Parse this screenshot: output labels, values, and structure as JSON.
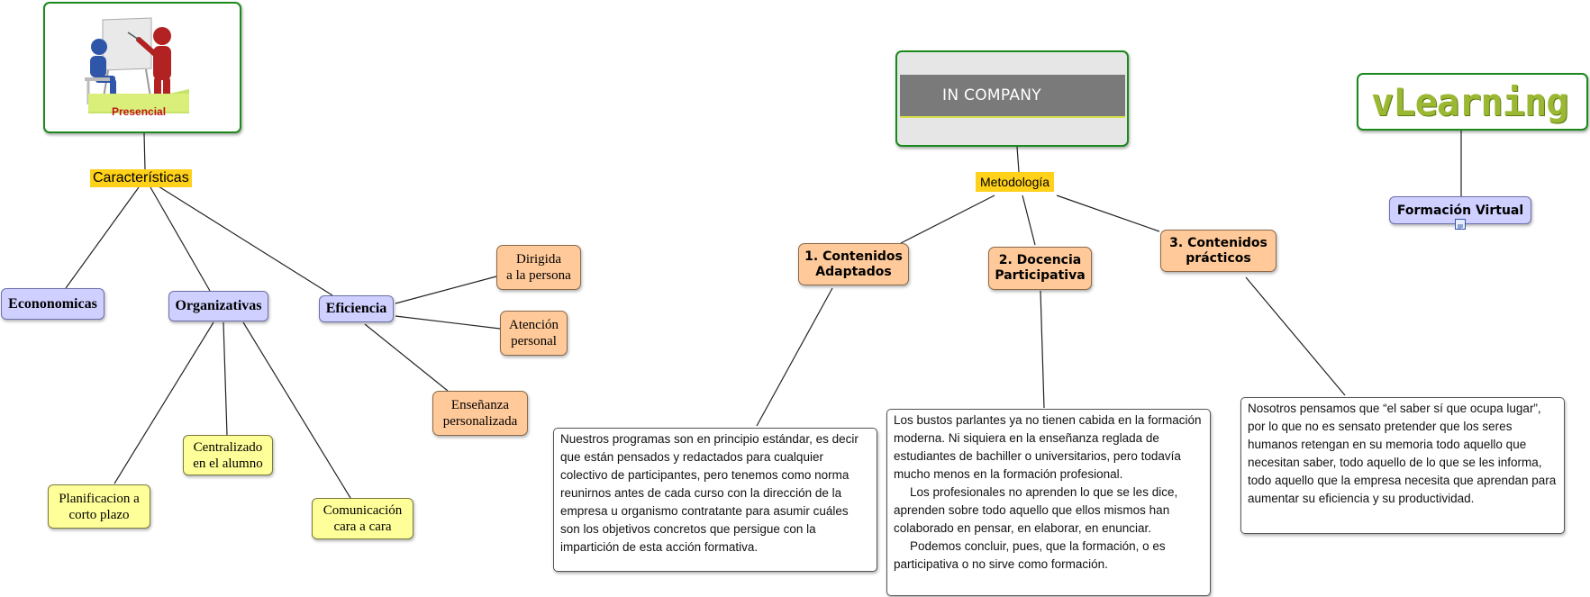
{
  "images": {
    "presencial_badge": "Presencial",
    "in_company_title": "IN COMPANY",
    "vlearning_logo": "vLearning"
  },
  "topics": {
    "caracteristicas": "Características",
    "metodologia": "Metodología"
  },
  "left": {
    "economicas": "Econonomicas",
    "organizativas": "Organizativas",
    "eficiencia": "Eficiencia",
    "dirigida": [
      "Dirigida",
      "a la persona"
    ],
    "atencion": [
      "Atención",
      "personal"
    ],
    "ensenanza": [
      "Enseñanza",
      "personalizada"
    ],
    "centralizado": [
      "Centralizado",
      "en el alumno"
    ],
    "planificacion": [
      "Planificacion a",
      "corto plazo"
    ],
    "comunicacion": [
      "Comunicación",
      "cara a cara"
    ]
  },
  "middle": {
    "contenidos_adaptados": [
      "1. Contenidos",
      "Adaptados"
    ],
    "docencia_participativa": [
      "2. Docencia",
      "Participativa"
    ],
    "contenidos_practicos": [
      "3. Contenidos",
      "prácticos"
    ],
    "text_1": "Nuestros programas son en principio estándar, es decir que están pensados y redactados para cualquier colectivo de participantes, pero tenemos como norma reunirnos antes de cada curso con la dirección de la empresa u organismo contratante para asumir cuáles son los objetivos concretos que persigue con la impartición de esta acción formativa.",
    "text_2": [
      "Los bustos parlantes ya no tienen cabida en la formación moderna. Ni siquiera en la enseñanza reglada de estudiantes de bachiller o universitarios, pero todavía mucho menos en la formación profesional.",
      "Los profesionales no aprenden lo que se les dice, aprenden sobre todo aquello que ellos mismos han colaborado en pensar, en elaborar, en enunciar.",
      "Podemos concluir, pues, que la formación, o es participativa o no sirve como formación."
    ],
    "text_3": "Nosotros pensamos que “el saber sí que ocupa lugar”, por lo que no es sensato pretender que los seres humanos retengan en su memoria todo aquello que necesitan saber, todo aquello de lo que se les informa, todo aquello que la empresa necesita que aprendan para aumentar su eficiencia y su productividad."
  },
  "right": {
    "formacion_virtual": "Formación Virtual"
  },
  "colors": {
    "topic": "#ffd11a",
    "blue_node": "#cfd0ff",
    "orange_node": "#ffc999",
    "yellow_node": "#ffff99",
    "image_border": "#1a8a1a"
  }
}
